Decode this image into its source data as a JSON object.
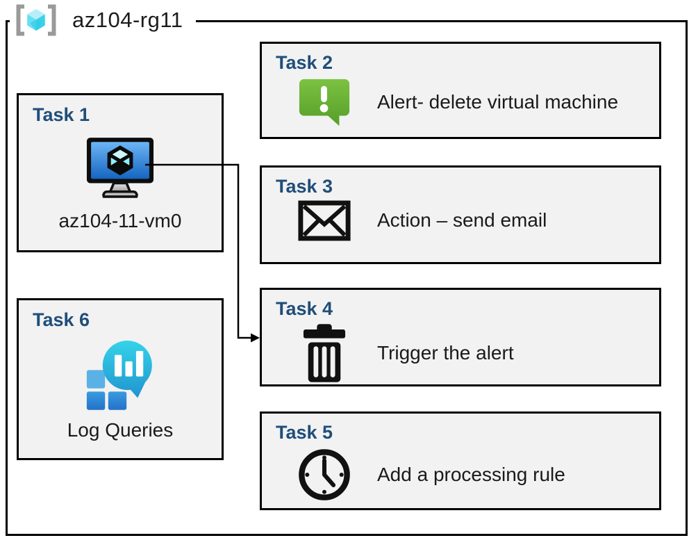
{
  "resource_group": {
    "name": "az104-rg11",
    "icon": "resource-group-icon"
  },
  "tasks": {
    "task1": {
      "header": "Task 1",
      "label": "az104-11-vm0",
      "icon": "virtual-machine-icon"
    },
    "task2": {
      "header": "Task 2",
      "label": "Alert- delete virtual machine",
      "icon": "alert-message-icon"
    },
    "task3": {
      "header": "Task 3",
      "label": "Action – send email",
      "icon": "email-envelope-icon"
    },
    "task4": {
      "header": "Task 4",
      "label": "Trigger the alert",
      "icon": "trash-icon"
    },
    "task5": {
      "header": "Task 5",
      "label": "Add a processing rule",
      "icon": "clock-icon"
    },
    "task6": {
      "header": "Task 6",
      "label": "Log Queries",
      "icon": "log-queries-icon"
    }
  },
  "connector": {
    "from": "Task 1 virtual machine",
    "to": "Task 4",
    "style": "elbow-arrow"
  },
  "colors": {
    "task_header_blue": "#1f4e79",
    "box_fill": "#f2f2f2",
    "border_black": "#000000",
    "alert_green_light": "#7dc242",
    "alert_green_dark": "#559e28",
    "vm_screen_blue_light": "#6cb5f5",
    "vm_screen_blue_dark": "#1565c0",
    "log_bubble_cyan": "#35d3e9",
    "log_bubble_blue": "#1f93cf",
    "log_square_light": "#5ab1e6",
    "log_square_dark": "#2e87d5",
    "rg_cube_cyan_light": "#b7eef9",
    "rg_cube_cyan_mid": "#65dff2",
    "rg_cube_cyan_dark": "#3bd1e9",
    "rg_bracket_gray": "#9a9a9a"
  }
}
